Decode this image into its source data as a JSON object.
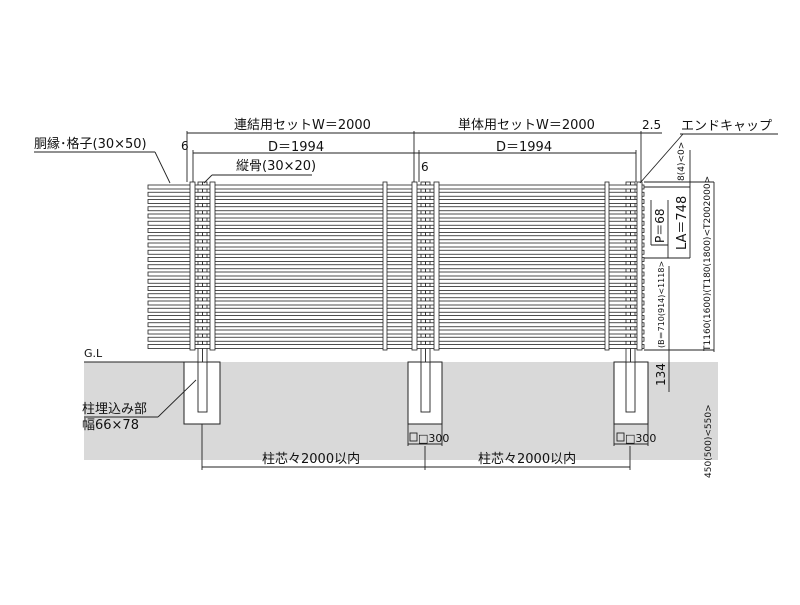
{
  "colors": {
    "ground": "#d9d9d9",
    "line": "#222222",
    "background": "#ffffff"
  },
  "labels": {
    "linked_set": "連結用セットW＝2000",
    "single_set": "単体用セットW＝2000",
    "end_offset": "2.5",
    "end_cap": "エンドキャップ",
    "rail_lattice": "胴縁･格子(30×50)",
    "left_offset": "6",
    "d_left": "D＝1994",
    "d_right": "D＝1994",
    "vertical_frame": "縦骨(30×20)",
    "mid_offset": "6",
    "top_gap": "8(4)<0>",
    "pitch": "P＝68",
    "la": "LA＝748",
    "total_height": "T1160(1600)(T180(1800)<T2002000>",
    "body_height": "(B＝710(914)<1118>",
    "ground_line": "G.L",
    "clearance": "134",
    "embed_title": "柱埋込み部",
    "embed_size": "幅66×78",
    "found_mid": "□300",
    "found_right": "□300",
    "post_left": "柱芯々2000以内",
    "post_right": "柱芯々2000以内",
    "depth": "450(500)<550>"
  }
}
